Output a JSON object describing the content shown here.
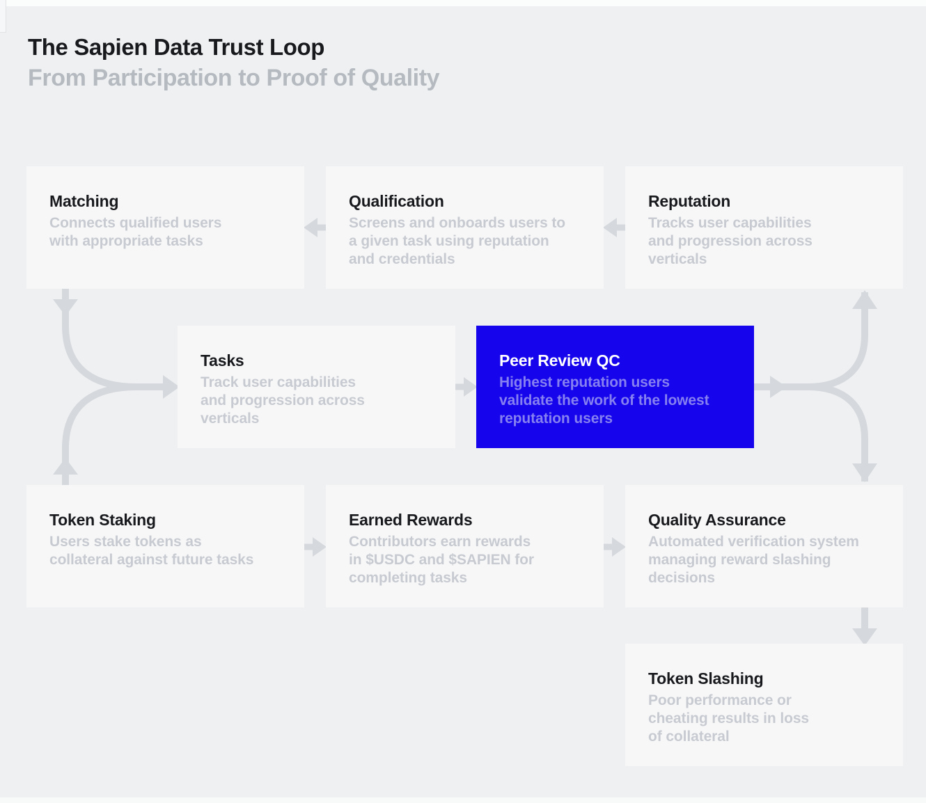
{
  "header": {
    "title": "The Sapien Data Trust Loop",
    "subtitle": "From Participation to Proof of Quality"
  },
  "nodes": {
    "matching": {
      "title": "Matching",
      "description": "Connects qualified users\nwith appropriate tasks"
    },
    "qualification": {
      "title": "Qualification",
      "description": "Screens and onboards users to\na given task using reputation\nand credentials"
    },
    "reputation": {
      "title": "Reputation",
      "description": "Tracks user capabilities\nand progression across\nverticals"
    },
    "tasks": {
      "title": "Tasks",
      "description": "Track user capabilities\nand progression across\nverticals"
    },
    "peer_review": {
      "title": "Peer Review QC",
      "description": "Highest reputation users\nvalidate the work of the lowest\nreputation users",
      "highlighted": true
    },
    "token_staking": {
      "title": "Token Staking",
      "description": "Users stake tokens as\ncollateral against future tasks"
    },
    "earned_rewards": {
      "title": "Earned Rewards",
      "description": "Contributors earn rewards\nin $USDC and $SAPIEN for\ncompleting tasks"
    },
    "quality_assurance": {
      "title": "Quality Assurance",
      "description": "Automated verification system\nmanaging reward slashing\ndecisions"
    },
    "token_slashing": {
      "title": "Token Slashing",
      "description": "Poor performance or\ncheating results in loss\nof collateral"
    }
  },
  "colors": {
    "background": "#eff0f1",
    "card": "#f7f7f8",
    "accent": "#1605ec",
    "title_color": "#17191c",
    "muted": "#c7cbd1",
    "subtitle_color": "#b4bac0",
    "accent_muted": "#8680f0",
    "arrow": "#d5d8dd",
    "white": "#ffffff"
  }
}
